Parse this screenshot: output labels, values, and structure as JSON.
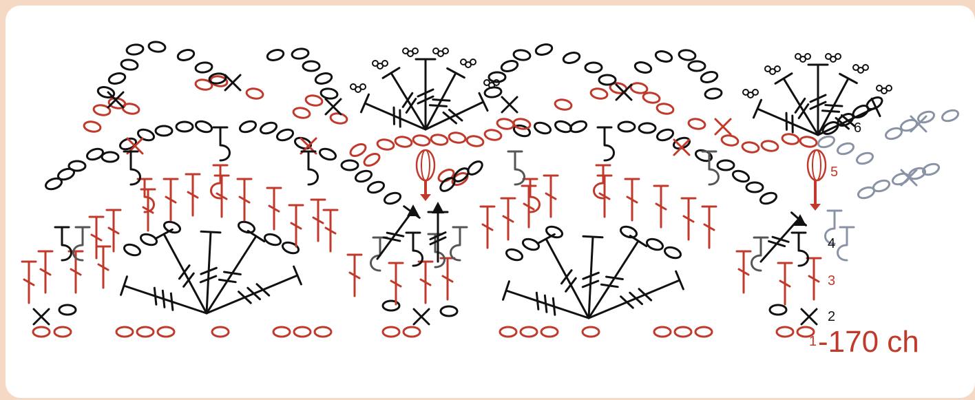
{
  "colors": {
    "page_background": "#f6d9c5",
    "card_background": "#ffffff",
    "red": "#c0392b",
    "black": "#111111",
    "grey": "#8a93a6",
    "dark_grey": "#555555"
  },
  "row_labels": [
    {
      "text": "1",
      "color": "#c0392b"
    },
    {
      "text": "2",
      "color": "#111111"
    },
    {
      "text": "3",
      "color": "#c0392b"
    },
    {
      "text": "4",
      "color": "#111111"
    },
    {
      "text": "5",
      "color": "#c0392b"
    },
    {
      "text": "6",
      "color": "#111111"
    }
  ],
  "chain_count": "-170 ch",
  "symbols": [
    "chain-stitch",
    "single-crochet",
    "half-double-crochet",
    "double-crochet",
    "treble-crochet",
    "picot",
    "puff-stitch",
    "slip-stitch-arrow"
  ]
}
